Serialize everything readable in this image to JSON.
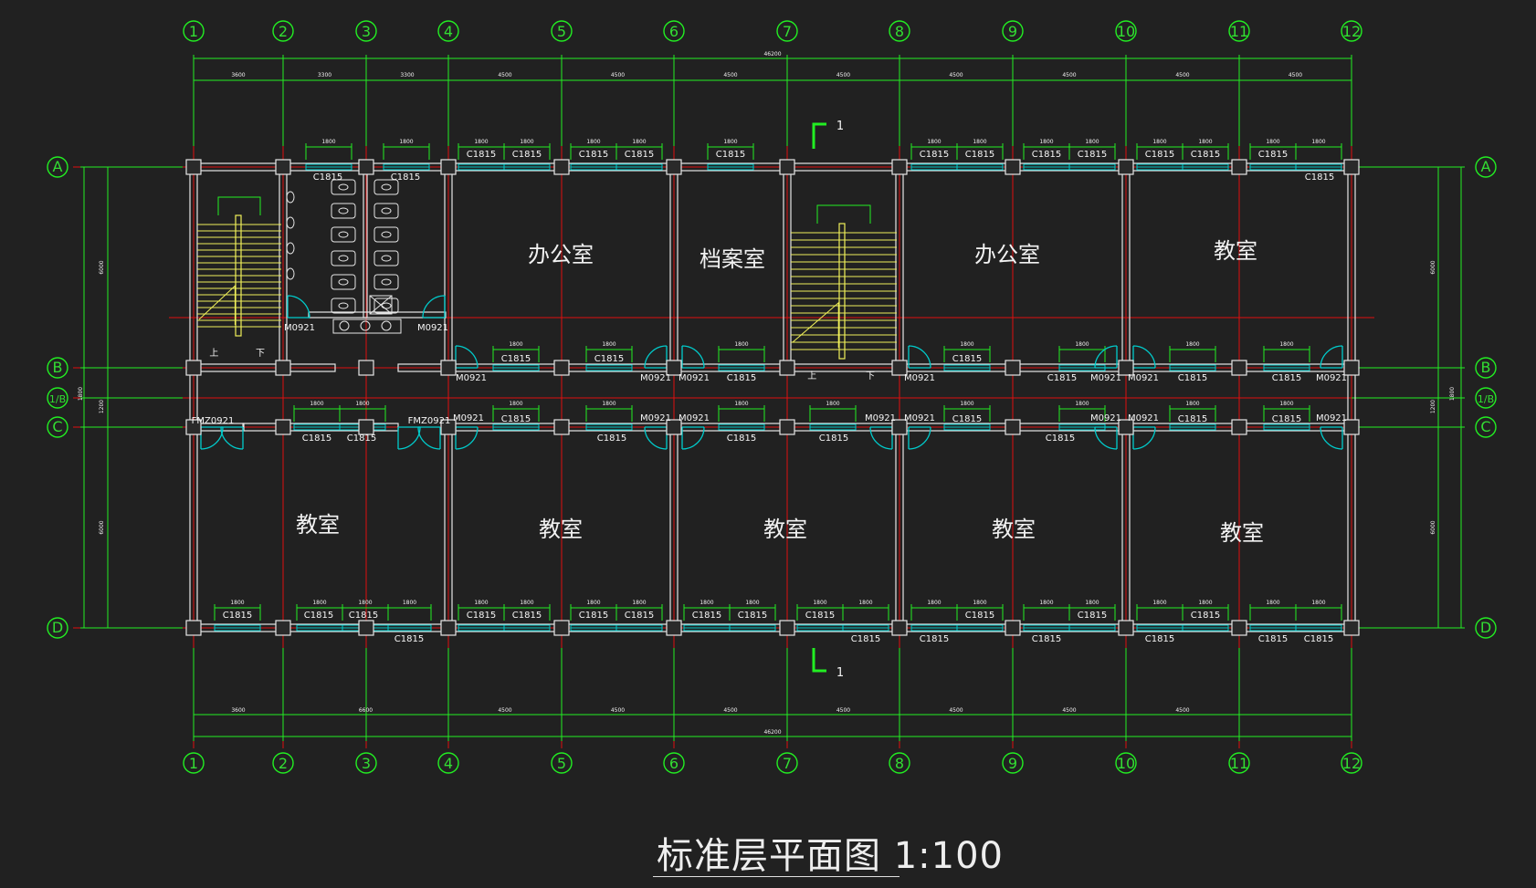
{
  "title": "标准层平面图  1:100",
  "grid": {
    "axis_numbers": [
      "1",
      "2",
      "3",
      "4",
      "5",
      "6",
      "7",
      "8",
      "9",
      "10",
      "11",
      "12"
    ],
    "axis_letters": [
      "A",
      "B",
      "1/B",
      "C",
      "D"
    ]
  },
  "dimensions": {
    "total": "46200",
    "top_spans": [
      "3600",
      "3300",
      "3300",
      "4500",
      "4500",
      "4500",
      "4500",
      "4500",
      "4500",
      "4500",
      "4500"
    ],
    "bottom_spans": [
      "3600",
      "6600",
      "4500",
      "4500",
      "4500",
      "4500",
      "4500",
      "4500",
      "4500"
    ],
    "window_width": "1800",
    "side_left": [
      "6000",
      "1200",
      "1800",
      "6000"
    ],
    "side_right": [
      "6000",
      "1200",
      "1800",
      "6000"
    ]
  },
  "rooms": [
    {
      "label": "办公室"
    },
    {
      "label": "档案室"
    },
    {
      "label": "办公室"
    },
    {
      "label": "教室"
    },
    {
      "label": "教室"
    },
    {
      "label": "教室"
    },
    {
      "label": "教室"
    },
    {
      "label": "教室"
    },
    {
      "label": "教室"
    }
  ],
  "labels": {
    "window": "C1815",
    "door": "M0921",
    "fire_door": "FMZ0921",
    "stair_up": "上",
    "stair_down": "下",
    "section": "1"
  },
  "colors": {
    "background": "#212121",
    "grid_axis": "#e01010",
    "dimension": "#22ee22",
    "wall": "#e6e6e6",
    "window": "#00cccc",
    "stair": "#f0f05a"
  }
}
